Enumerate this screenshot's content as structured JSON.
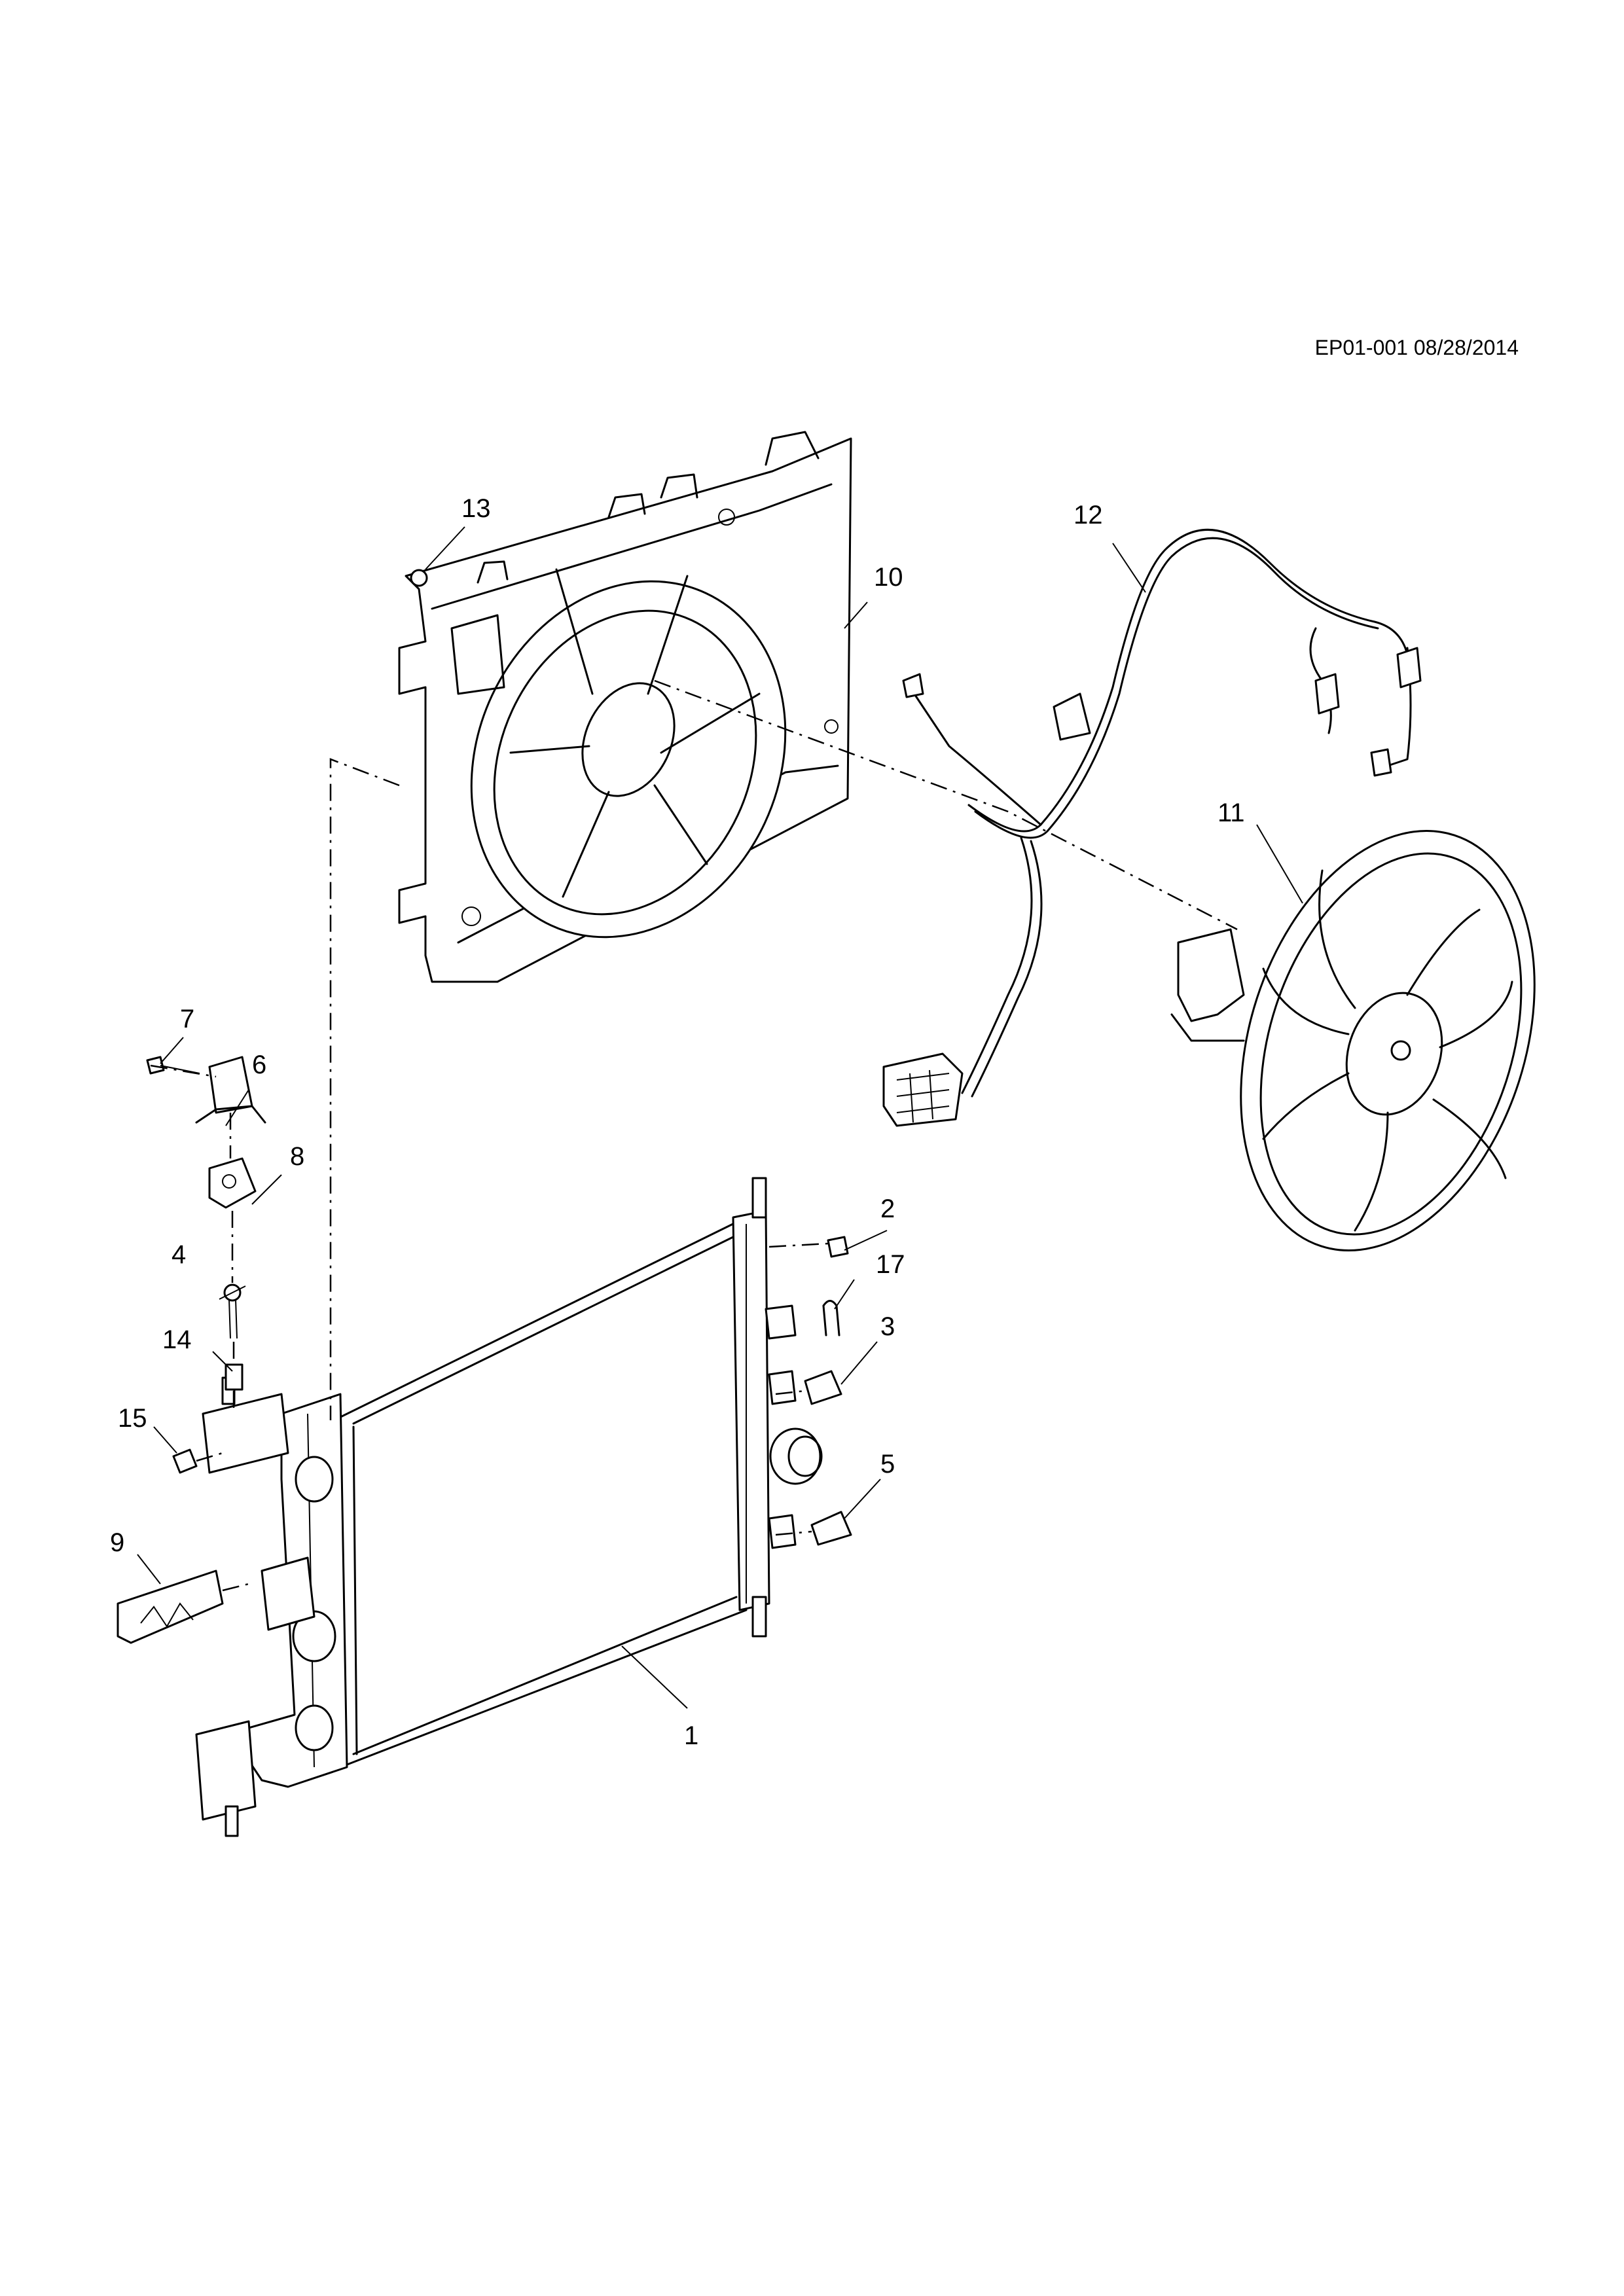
{
  "header": {
    "reference": "EP01-001 08/28/2014"
  },
  "callouts": [
    {
      "id": "c1",
      "label": "1"
    },
    {
      "id": "c2",
      "label": "2"
    },
    {
      "id": "c3",
      "label": "3"
    },
    {
      "id": "c4",
      "label": "4"
    },
    {
      "id": "c5",
      "label": "5"
    },
    {
      "id": "c6",
      "label": "6"
    },
    {
      "id": "c7",
      "label": "7"
    },
    {
      "id": "c8",
      "label": "8"
    },
    {
      "id": "c9",
      "label": "9"
    },
    {
      "id": "c10",
      "label": "10"
    },
    {
      "id": "c11",
      "label": "11"
    },
    {
      "id": "c12",
      "label": "12"
    },
    {
      "id": "c13",
      "label": "13"
    },
    {
      "id": "c14",
      "label": "14"
    },
    {
      "id": "c15",
      "label": "15"
    },
    {
      "id": "c17",
      "label": "17"
    }
  ]
}
